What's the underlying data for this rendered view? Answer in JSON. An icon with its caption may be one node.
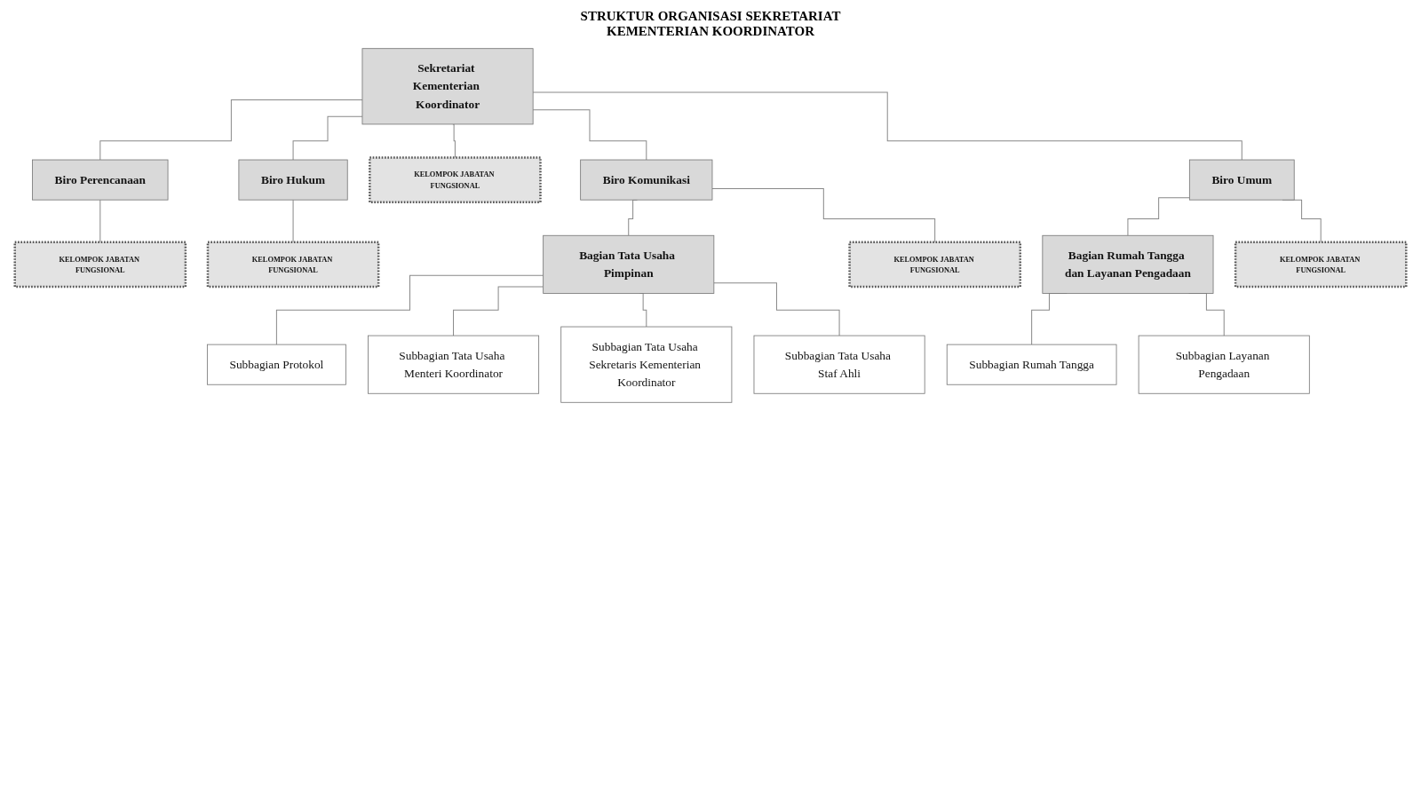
{
  "diagram": {
    "title": "STRUKTUR ORGANISASI SEKRETARIAT KEMENTERIAN KOORDINATOR",
    "nodes": [
      {
        "text": [
          "Sekretariat Kementerian Koordinator"
        ]
      },
      {
        "text": [
          "Biro Perencanaan"
        ]
      },
      {
        "text": [
          "Biro Hukum"
        ]
      },
      {
        "text": [
          "Biro Komunikasi"
        ]
      },
      {
        "text": [
          "Biro Umum"
        ]
      },
      {
        "text": [
          "Bagian Tata Usaha Pimpinan"
        ]
      },
      {
        "text": [
          "Bagian Rumah Tangga dan Layanan Pengadaan"
        ]
      },
      {
        "text": [
          "Subbagian Protokol"
        ]
      },
      {
        "text": [
          "Subbagian Tata Usaha Menteri Koordinator"
        ]
      },
      {
        "text": [
          "Subbagian Tata Usaha Sekretaris Kementerian Koordinator"
        ]
      },
      {
        "text": [
          "Subbagian Tata Usaha Staf Ahli"
        ]
      },
      {
        "text": [
          "Subbagian Rumah Tangga"
        ]
      },
      {
        "text": [
          "Subbagian Layanan Pengadaan"
        ]
      },
      {
        "text": [
          "KELOMPOK JABATAN FUNGSIONAL"
        ]
      },
      {
        "text": [
          "KELOMPOK JABATAN FUNGSIONAL"
        ]
      },
      {
        "text": [
          "KELOMPOK JABATAN FUNGSIONAL"
        ]
      },
      {
        "text": [
          "KELOMPOK JABATAN FUNGSIONAL"
        ]
      },
      {
        "text": [
          "KELOMPOK JABATAN FUNGSIONAL"
        ]
      }
    ],
    "edges": [
      {
        "from": 0,
        "to": 1,
        "arrow": "none"
      },
      {
        "from": 0,
        "to": 2,
        "arrow": "none"
      },
      {
        "from": 0,
        "to": 15,
        "arrow": "none"
      },
      {
        "from": 0,
        "to": 3,
        "arrow": "none"
      },
      {
        "from": 0,
        "to": 4,
        "arrow": "none"
      },
      {
        "from": 3,
        "to": 5,
        "arrow": "none"
      },
      {
        "from": 4,
        "to": 6,
        "arrow": "none"
      },
      {
        "from": 5,
        "to": 7,
        "arrow": "none"
      },
      {
        "from": 5,
        "to": 8,
        "arrow": "none"
      },
      {
        "from": 5,
        "to": 9,
        "arrow": "none"
      },
      {
        "from": 5,
        "to": 10,
        "arrow": "none"
      },
      {
        "from": 6,
        "to": 11,
        "arrow": "none"
      },
      {
        "from": 6,
        "to": 12,
        "arrow": "none"
      },
      {
        "from": 1,
        "to": 13,
        "arrow": "none"
      },
      {
        "from": 2,
        "to": 14,
        "arrow": "none"
      },
      {
        "from": 3,
        "to": 16,
        "arrow": "none"
      },
      {
        "from": 4,
        "to": 17,
        "arrow": "none"
      }
    ]
  }
}
